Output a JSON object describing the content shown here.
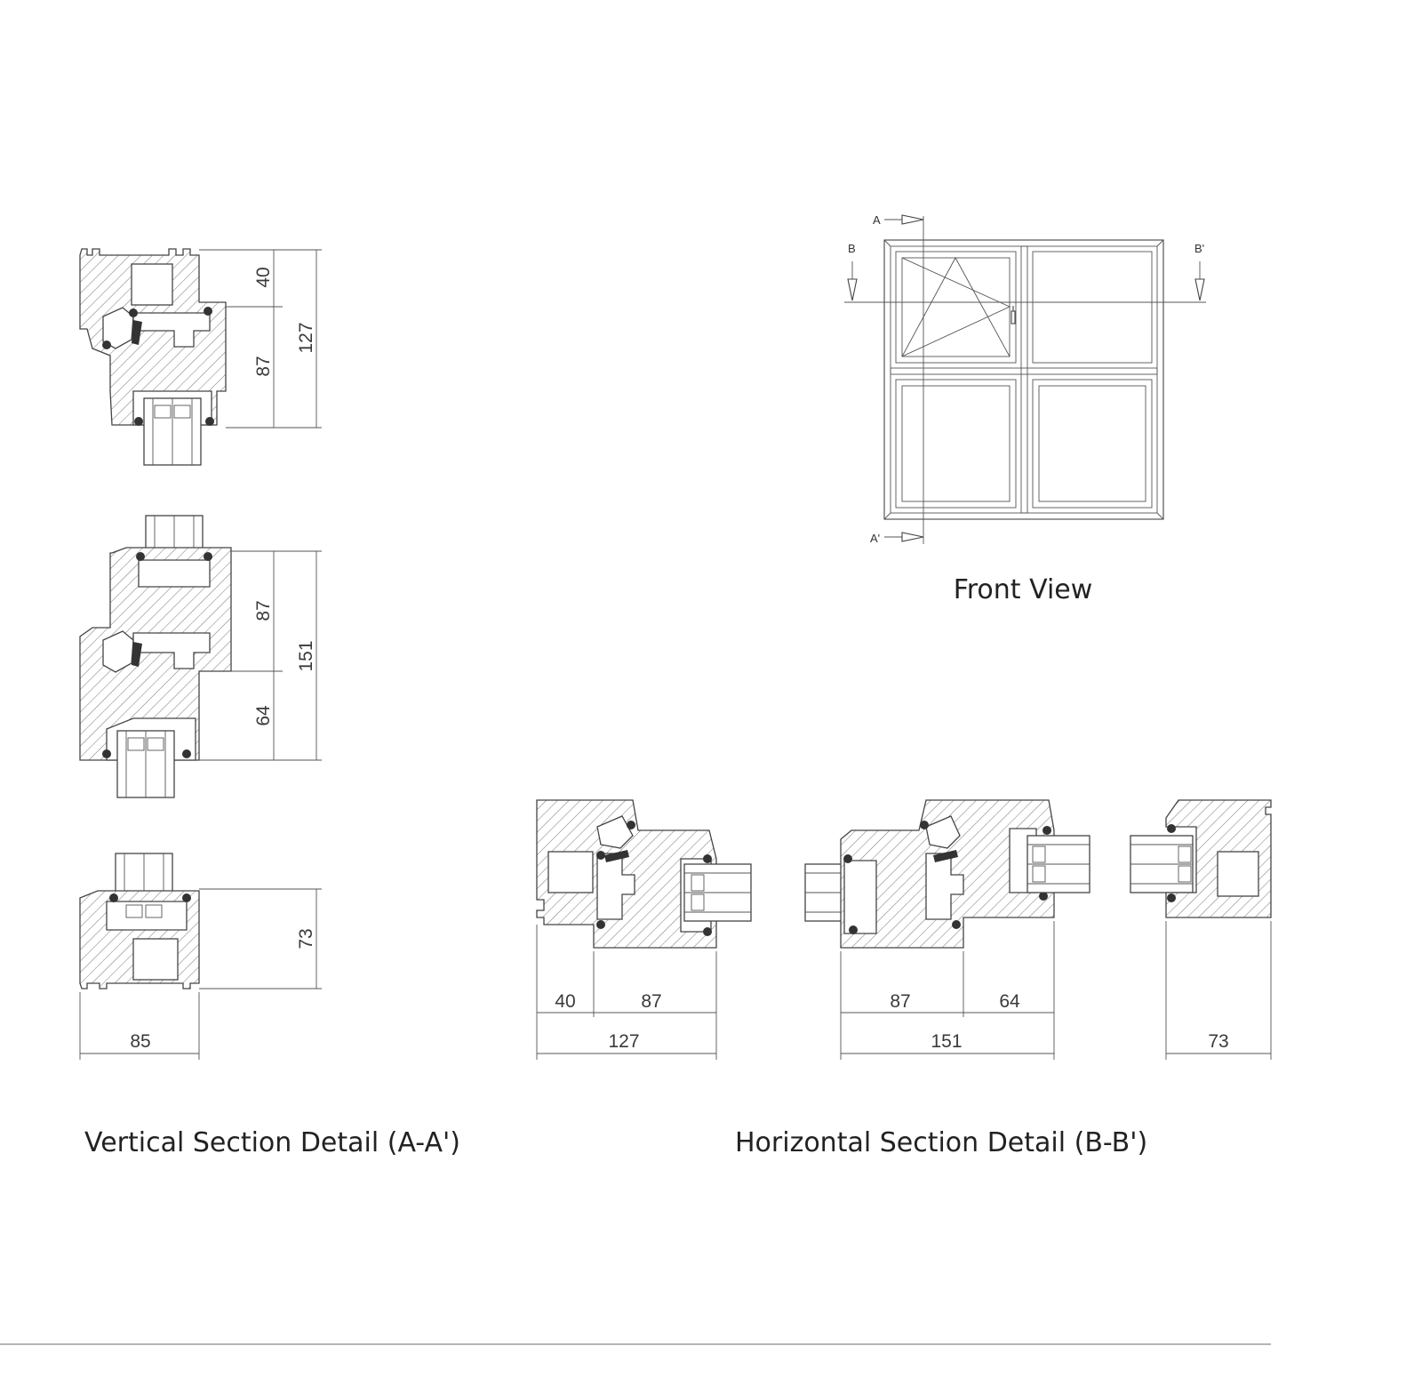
{
  "front_view": {
    "title": "Front View",
    "marks": {
      "a": "A",
      "a_prime": "A'",
      "b": "B",
      "b_prime": "B'"
    }
  },
  "vertical_section": {
    "title": "Vertical Section Detail (A-A')",
    "top": {
      "dim_upper": "40",
      "dim_lower": "87",
      "dim_total": "127"
    },
    "middle": {
      "dim_upper": "87",
      "dim_lower": "64",
      "dim_total": "151"
    },
    "bottom": {
      "dim_total": "73"
    },
    "width": "85"
  },
  "horizontal_section": {
    "title": "Horizontal Section Detail (B-B')",
    "left": {
      "dim_a": "40",
      "dim_b": "87",
      "dim_total": "127"
    },
    "middle": {
      "dim_a": "87",
      "dim_b": "64",
      "dim_total": "151"
    },
    "right": {
      "dim_total": "73"
    }
  },
  "colors": {
    "line": "#444444",
    "background": "#ffffff"
  }
}
